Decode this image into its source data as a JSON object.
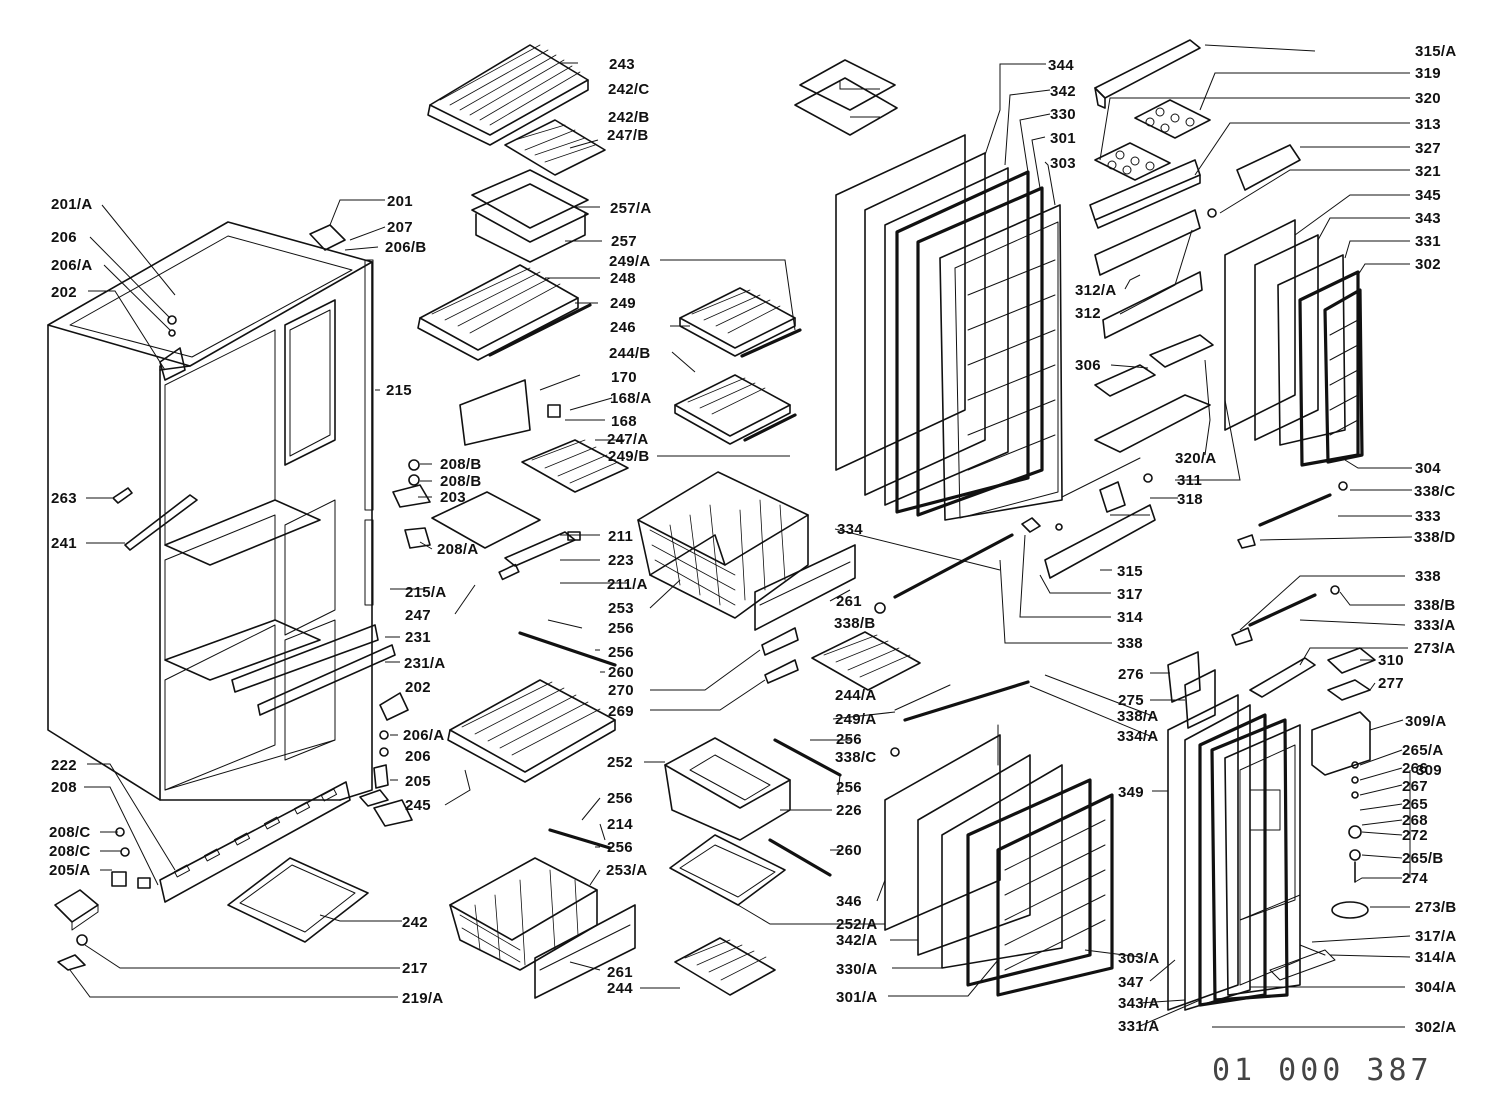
{
  "document_code": "01 000 387",
  "parts": {
    "p243": "243",
    "p242c": "242/C",
    "p242b": "242/B",
    "p247b": "247/B",
    "p257a": "257/A",
    "p257": "257",
    "p249a": "249/A",
    "p248": "248",
    "p249": "249",
    "p246": "246",
    "p244b": "244/B",
    "p170": "170",
    "p168a": "168/A",
    "p168": "168",
    "p247a": "247/A",
    "p249b": "249/B",
    "p208b1": "208/B",
    "p208b2": "208/B",
    "p203": "203",
    "p208a": "208/A",
    "p211": "211",
    "p223": "223",
    "p211a": "211/A",
    "p253": "253",
    "p215a": "215/A",
    "p247": "247",
    "p256a": "256",
    "p256b": "256",
    "p260a": "260",
    "p270": "270",
    "p269": "269",
    "p231": "231",
    "p231a": "231/A",
    "p202b": "202",
    "p206a2": "206/A",
    "p206b2": "206",
    "p205": "205",
    "p245": "245",
    "p201": "201",
    "p207": "207",
    "p206b": "206/B",
    "p215": "215",
    "p201a": "201/A",
    "p206": "206",
    "p206a": "206/A",
    "p202": "202",
    "p263": "263",
    "p241": "241",
    "p222": "222",
    "p208": "208",
    "p208c1": "208/C",
    "p208c2": "208/C",
    "p205a": "205/A",
    "p242": "242",
    "p217": "217",
    "p219a": "219/A",
    "p252": "252",
    "p256c": "256",
    "p214": "214",
    "p256d": "256",
    "p253a": "253/A",
    "p261b": "261",
    "p244": "244",
    "p344": "344",
    "p342": "342",
    "p330": "330",
    "p301": "301",
    "p303": "303",
    "p334": "334",
    "p261": "261",
    "p338b": "338/B",
    "p244a": "244/A",
    "p249a2": "249/A",
    "p256e": "256",
    "p338c": "338/C",
    "p256f": "256",
    "p226": "226",
    "p260b": "260",
    "p346": "346",
    "p252a": "252/A",
    "p342a": "342/A",
    "p330a": "330/A",
    "p301a": "301/A",
    "p315a": "315/A",
    "p319": "319",
    "p320": "320",
    "p313": "313",
    "p327": "327",
    "p321": "321",
    "p345": "345",
    "p343": "343",
    "p331": "331",
    "p302": "302",
    "p312a": "312/A",
    "p312": "312",
    "p306": "306",
    "p320a": "320/A",
    "p311": "311",
    "p318": "318",
    "p304": "304",
    "p338c2": "338/C",
    "p333": "333",
    "p338d": "338/D",
    "p315": "315",
    "p317": "317",
    "p314": "314",
    "p338x": "338",
    "p338": "338",
    "p338b2": "338/B",
    "p333a": "333/A",
    "p273a": "273/A",
    "p276": "276",
    "p310": "310",
    "p277": "277",
    "p275": "275",
    "p338a": "338/A",
    "p309a": "309/A",
    "p334a": "334/A",
    "p265a": "265/A",
    "p266": "266",
    "p309": "309",
    "p267": "267",
    "p265": "265",
    "p268": "268",
    "p272": "272",
    "p265b": "265/B",
    "p274": "274",
    "p349": "349",
    "p273b": "273/B",
    "p317a": "317/A",
    "p314a": "314/A",
    "p303a": "303/A",
    "p347": "347",
    "p304a": "304/A",
    "p343a": "343/A",
    "p331a": "331/A",
    "p302a": "302/A"
  }
}
